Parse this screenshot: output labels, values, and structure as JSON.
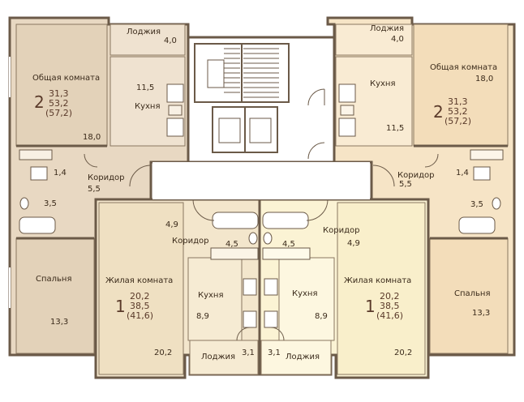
{
  "colors": {
    "left_apt": "#e8d8c2",
    "left_apt_light": "#efe2d0",
    "right_apt": "#f6e4c6",
    "bottom_left": "#f3e6cc",
    "bottom_right": "#fbf3d4",
    "wall": "#6b5a48",
    "core": "#ffffff"
  },
  "apt_top_left": {
    "rooms": [
      "Лоджия",
      "Общая комната",
      "Кухня",
      "Коридор",
      "Спальня"
    ],
    "areas": [
      "4,0",
      "11,5",
      "18,0",
      "1,4",
      "5,5",
      "3,5",
      "13,3"
    ],
    "rooms_count": "2",
    "total": "31,3",
    "living": "53,2",
    "with_loggia": "(57,2)"
  },
  "apt_top_right": {
    "rooms": [
      "Лоджия",
      "Общая комната",
      "Кухня",
      "Коридор",
      "Спальня"
    ],
    "areas": [
      "4,0",
      "18,0",
      "11,5",
      "1,4",
      "5,5",
      "3,5",
      "13,3"
    ],
    "rooms_count": "2",
    "total": "31,3",
    "living": "53,2",
    "with_loggia": "(57,2)"
  },
  "apt_bottom_left": {
    "rooms": [
      "Жилая комната",
      "Коридор",
      "Кухня",
      "Лоджия"
    ],
    "areas": [
      "4,9",
      "4,5",
      "8,9",
      "20,2",
      "3,1"
    ],
    "rooms_count": "1",
    "total": "20,2",
    "living": "38,5",
    "with_loggia": "(41,6)"
  },
  "apt_bottom_right": {
    "rooms": [
      "Жилая комната",
      "Коридор",
      "Кухня",
      "Лоджия"
    ],
    "areas": [
      "4,5",
      "4,9",
      "8,9",
      "20,2",
      "3,1"
    ],
    "rooms_count": "1",
    "total": "20,2",
    "living": "38,5",
    "with_loggia": "(41,6)"
  }
}
